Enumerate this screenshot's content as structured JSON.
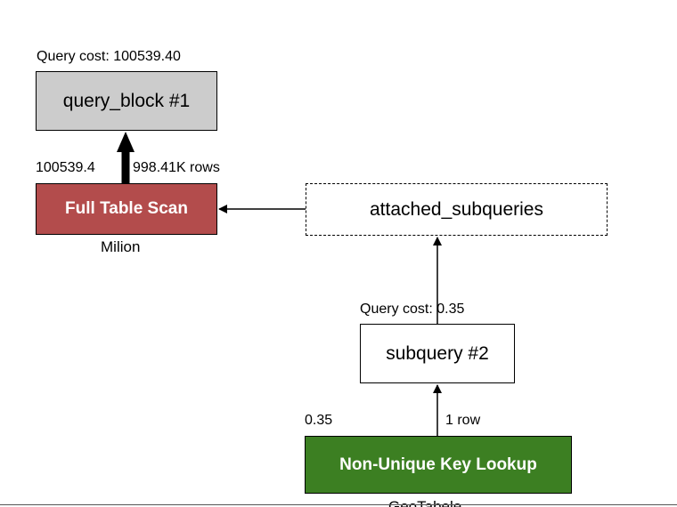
{
  "nodes": {
    "query_block_1": {
      "label": "query_block #1",
      "cost_label": "Query cost: 100539.40"
    },
    "full_table_scan": {
      "label": "Full Table Scan",
      "table": "Milion",
      "cost": "100539.4",
      "rows": "998.41K rows",
      "color": "#b34c4c"
    },
    "attached_subqueries": {
      "label": "attached_subqueries"
    },
    "subquery_2": {
      "label": "subquery #2",
      "cost_label": "Query cost: 0.35"
    },
    "non_unique_key_lookup": {
      "label": "Non-Unique Key Lookup",
      "table": "GeoTabele",
      "cost": "0.35",
      "rows": "1 row",
      "color": "#3c7f22"
    }
  },
  "colors": {
    "query_block_fill": "#cccccc",
    "edge": "#000000"
  }
}
